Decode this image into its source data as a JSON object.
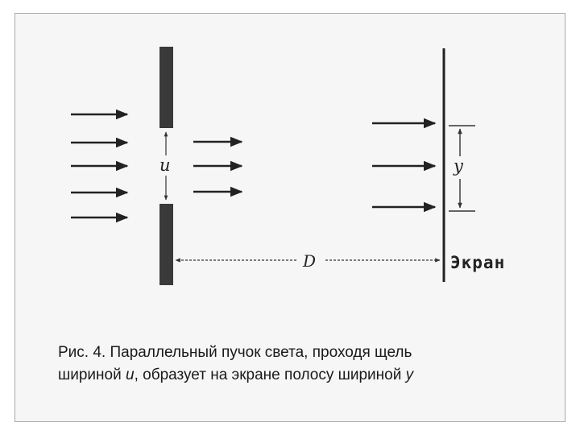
{
  "diagram": {
    "slit_width_label": "u",
    "distance_label": "D",
    "band_width_label": "y",
    "screen_label": "Экран"
  },
  "caption": {
    "line1": "Рис. 4. Параллельный пучок света, проходя щель",
    "line2_part1": "шириной ",
    "line2_var1": "u",
    "line2_part2": ", образует на экране полосу шириной ",
    "line2_var2": "y"
  },
  "colors": {
    "background": "#f6f6f6",
    "frame_border": "#a9a9a9",
    "ink": "#222222",
    "slit_fill": "#3a3a3a"
  }
}
